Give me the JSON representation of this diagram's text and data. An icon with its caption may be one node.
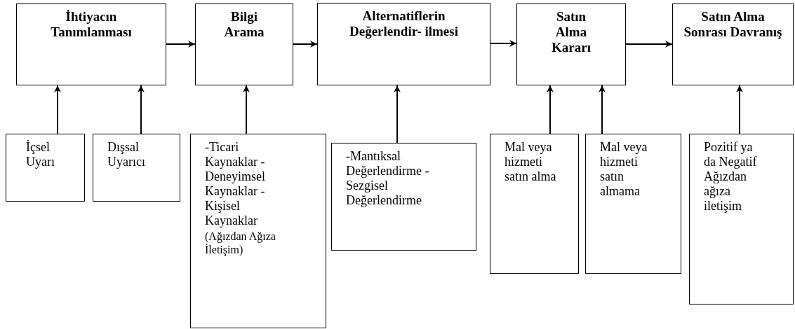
{
  "diagram": {
    "nodes": [
      {
        "text": [
          "İhtiyacın Tanımlanması"
        ]
      },
      {
        "text": [
          "Bilgi Arama"
        ]
      },
      {
        "text": [
          "Alternatiflerin Değerlendir- ilmesi"
        ]
      },
      {
        "text": [
          "Satın Alma Kararı"
        ]
      },
      {
        "text": [
          "Satın Alma Sonrası Davranış"
        ]
      },
      {
        "text": [
          "İçsel Uyarı"
        ]
      },
      {
        "text": [
          "Dışsal Uyarıcı"
        ]
      },
      {
        "text": [
          "-Ticari Kaynaklar -Deneyimsel Kaynaklar -Kişisel Kaynaklar",
          "(Ağızdan Ağıza İletişim)"
        ]
      },
      {
        "text": [
          "-Mantıksal Değerlendirme -Sezgisel Değerlendirme"
        ]
      },
      {
        "text": [
          "Mal veya hizmeti satın alma"
        ]
      },
      {
        "text": [
          "Mal veya hizmeti satın almama"
        ]
      },
      {
        "text": [
          "Pozitif ya da Negatif Ağızdan ağıza iletişim"
        ]
      }
    ],
    "edges": [
      {
        "from": 0,
        "to": 1,
        "arrow": "to"
      },
      {
        "from": 1,
        "to": 2,
        "arrow": "to"
      },
      {
        "from": 2,
        "to": 3,
        "arrow": "to"
      },
      {
        "from": 3,
        "to": 4,
        "arrow": "to"
      },
      {
        "from": 5,
        "to": 0,
        "arrow": "to"
      },
      {
        "from": 6,
        "to": 0,
        "arrow": "to"
      },
      {
        "from": 7,
        "to": 1,
        "arrow": "to"
      },
      {
        "from": 8,
        "to": 2,
        "arrow": "to"
      },
      {
        "from": 9,
        "to": 3,
        "arrow": "to"
      },
      {
        "from": 10,
        "to": 3,
        "arrow": "to"
      },
      {
        "from": 11,
        "to": 4,
        "arrow": "to"
      }
    ]
  }
}
